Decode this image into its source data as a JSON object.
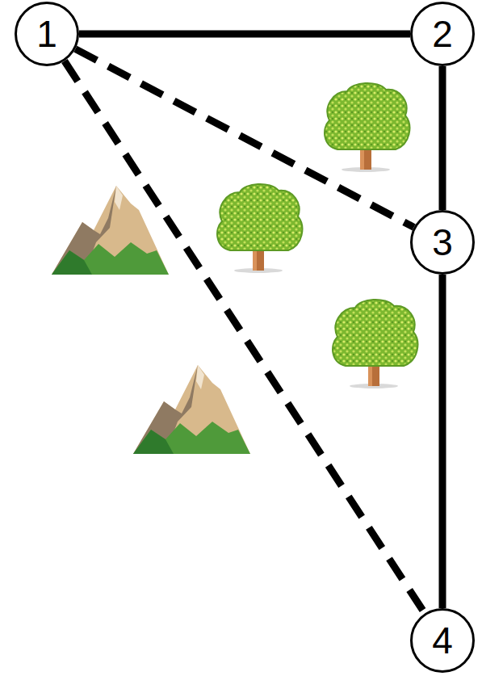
{
  "diagram": {
    "nodes": [
      {
        "text": [
          "1"
        ]
      },
      {
        "text": [
          "2"
        ]
      },
      {
        "text": [
          "3"
        ]
      },
      {
        "text": [
          "4"
        ]
      }
    ],
    "edges": [
      {
        "from": 0,
        "to": 1,
        "arrow": "none"
      },
      {
        "from": 1,
        "to": 2,
        "arrow": "none"
      },
      {
        "from": 2,
        "to": 3,
        "arrow": "none"
      },
      {
        "from": 0,
        "to": 2,
        "arrow": "none"
      },
      {
        "from": 0,
        "to": 3,
        "arrow": "none"
      }
    ]
  }
}
